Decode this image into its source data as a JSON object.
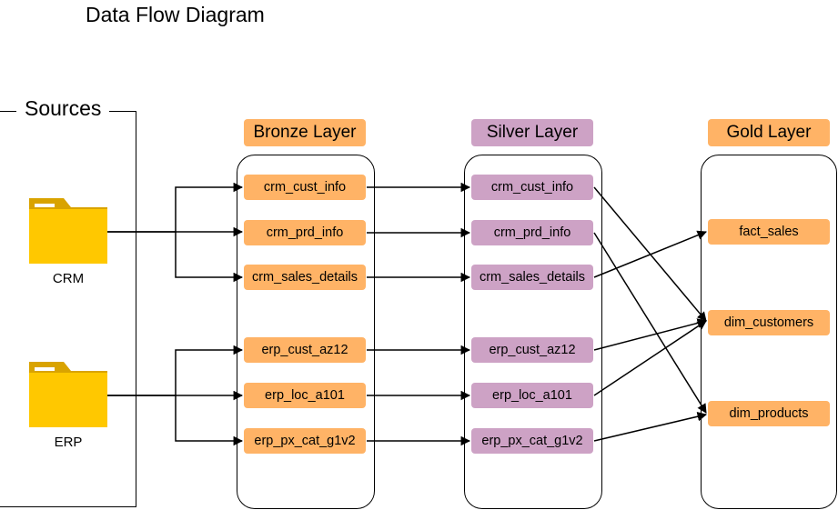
{
  "title": "Data Flow Diagram",
  "sources": {
    "label": "Sources",
    "items": [
      {
        "label": "CRM",
        "icon": "folder-icon"
      },
      {
        "label": "ERP",
        "icon": "folder-icon"
      }
    ]
  },
  "layers": {
    "bronze": {
      "title": "Bronze Layer",
      "color": "#ffb366",
      "nodes": [
        "crm_cust_info",
        "crm_prd_info",
        "crm_sales_details",
        "erp_cust_az12",
        "erp_loc_a101",
        "erp_px_cat_g1v2"
      ]
    },
    "silver": {
      "title": "Silver Layer",
      "color": "#cda2c5",
      "nodes": [
        "crm_cust_info",
        "crm_prd_info",
        "crm_sales_details",
        "erp_cust_az12",
        "erp_loc_a101",
        "erp_px_cat_g1v2"
      ]
    },
    "gold": {
      "title": "Gold Layer",
      "color": "#ffb366",
      "nodes": [
        "fact_sales",
        "dim_customers",
        "dim_products"
      ]
    }
  },
  "colors": {
    "folder": "#ffc800",
    "folder_dark": "#d9a300",
    "line": "#000000"
  }
}
